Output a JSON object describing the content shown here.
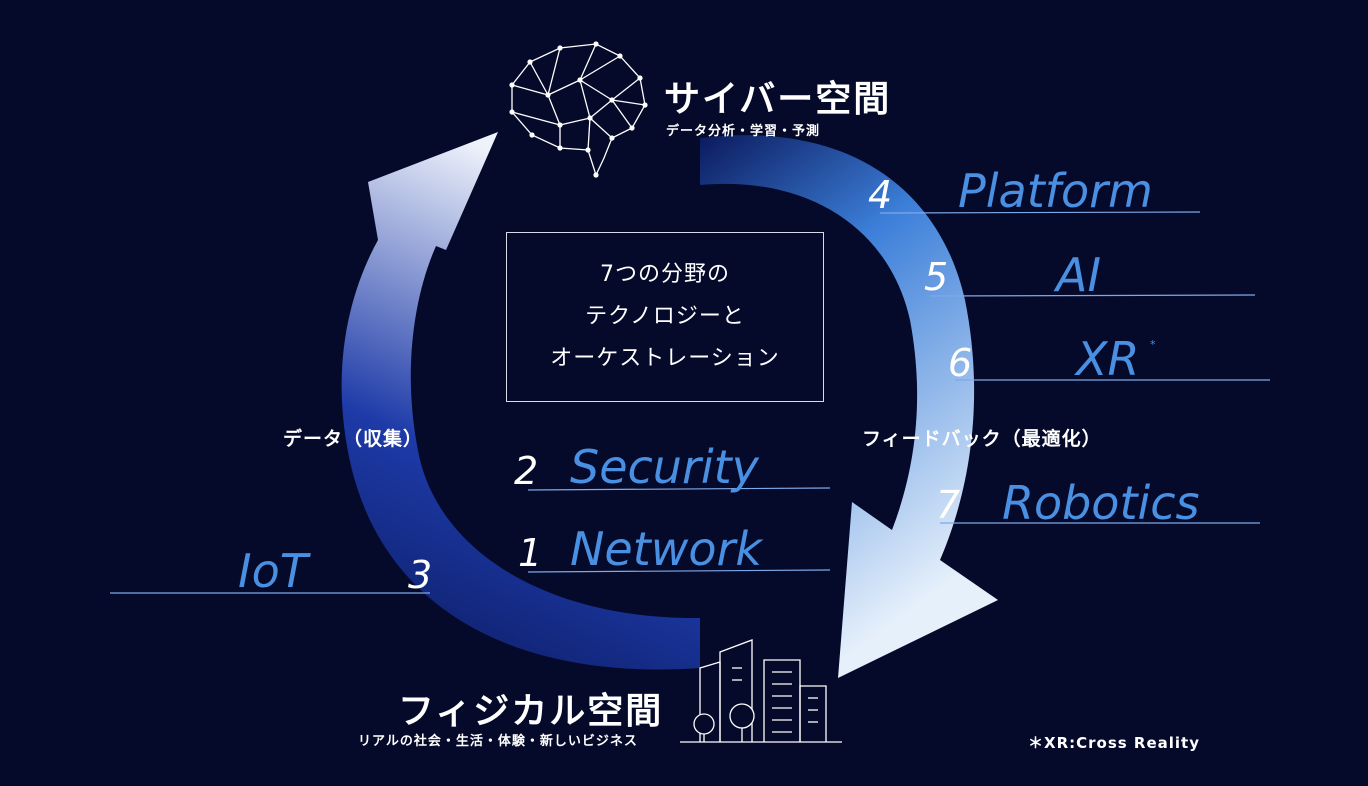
{
  "cyber_space": {
    "title": "サイバー空間",
    "subtitle": "データ分析・学習・予測"
  },
  "physical_space": {
    "title": "フィジカル空間",
    "subtitle": "リアルの社会・生活・体験・新しいビジネス"
  },
  "flows": {
    "data_collection": "データ（収集）",
    "feedback": "フィードバック（最適化）"
  },
  "center_box": {
    "lines": [
      "7つの分野の",
      "テクノロジーと",
      "オーケストレーション"
    ]
  },
  "technologies": [
    {
      "number": "1",
      "name": "Network"
    },
    {
      "number": "2",
      "name": "Security"
    },
    {
      "number": "3",
      "name": "IoT"
    },
    {
      "number": "4",
      "name": "Platform"
    },
    {
      "number": "5",
      "name": "AI"
    },
    {
      "number": "6",
      "name": "XR"
    },
    {
      "number": "7",
      "name": "Robotics"
    }
  ],
  "xr_marker": "*",
  "footnote": "＊XR:Cross Reality",
  "colors": {
    "background": "#060a2a",
    "accent_blue": "#4a90e2",
    "arrow_dark": "#152a8a",
    "arrow_light": "#dfe7f8"
  },
  "icons": {
    "cyber": "brain-network-icon",
    "physical": "city-buildings-icon"
  }
}
